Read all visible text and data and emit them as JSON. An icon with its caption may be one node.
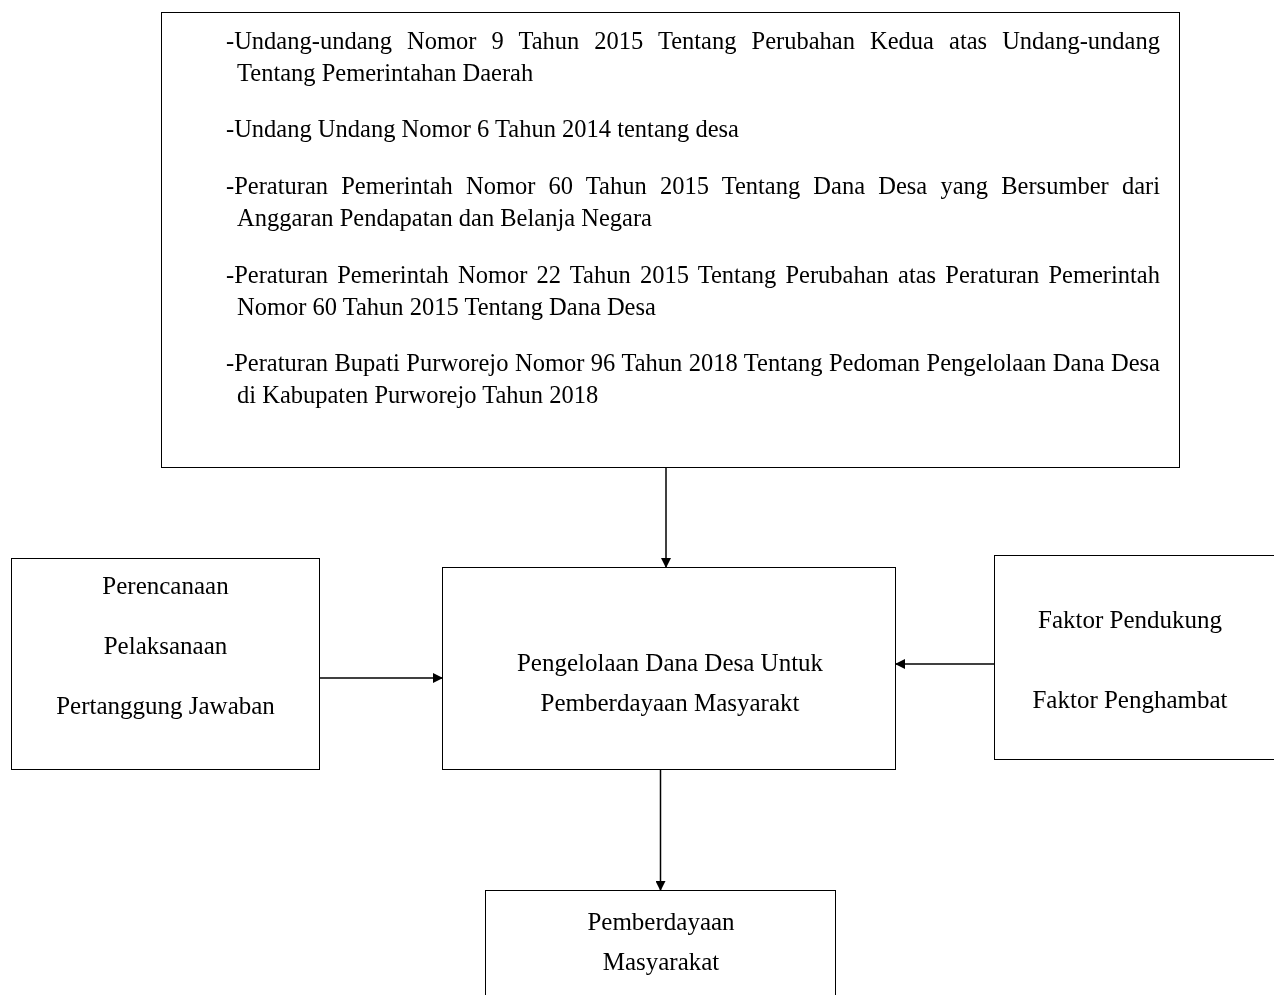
{
  "diagram": {
    "nodes": [
      {
        "text": [
          "-Undang-undang Nomor 9 Tahun 2015 Tentang Perubahan Kedua atas Undang-undang Tentang Pemerintahan Daerah",
          "-Undang Undang Nomor 6 Tahun 2014 tentang desa",
          "-Peraturan Pemerintah Nomor 60 Tahun 2015 Tentang Dana Desa yang Bersumber dari Anggaran Pendapatan dan Belanja Negara",
          "-Peraturan Pemerintah Nomor 22 Tahun 2015 Tentang Perubahan atas Peraturan Pemerintah Nomor 60 Tahun 2015 Tentang Dana Desa",
          "-Peraturan Bupati Purworejo Nomor 96 Tahun 2018 Tentang Pedoman Pengelolaan Dana Desa di Kabupaten Purworejo Tahun 2018"
        ]
      },
      {
        "text": [
          "Perencanaan",
          "Pelaksanaan",
          "Pertanggung Jawaban"
        ]
      },
      {
        "text": [
          "Pengelolaan Dana Desa Untuk Pemberdayaan Masyarakt"
        ]
      },
      {
        "text": [
          "Faktor Pendukung",
          "Faktor Penghambat"
        ]
      },
      {
        "text": [
          "Pemberdayaan Masyarakat"
        ]
      }
    ],
    "edges": [
      {
        "from": 0,
        "to": 2,
        "arrow": "to"
      },
      {
        "from": 1,
        "to": 2,
        "arrow": "to"
      },
      {
        "from": 3,
        "to": 2,
        "arrow": "to"
      },
      {
        "from": 2,
        "to": 4,
        "arrow": "to"
      }
    ]
  }
}
